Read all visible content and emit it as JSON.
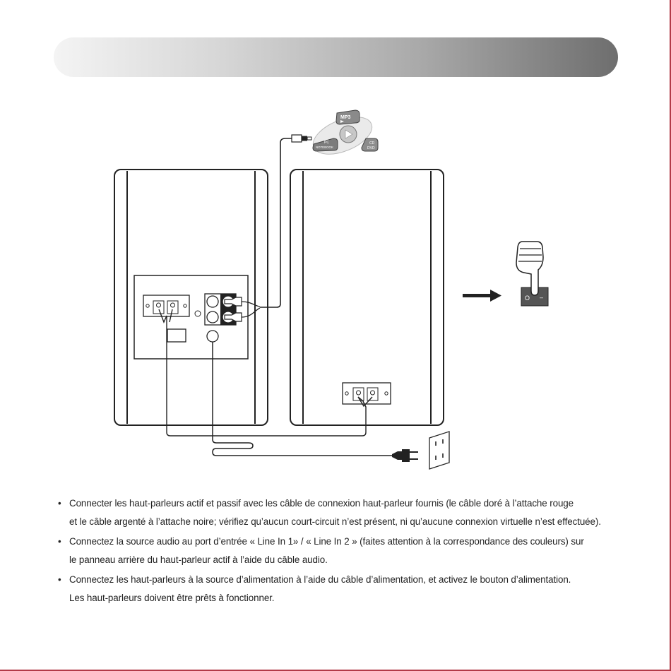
{
  "header": {
    "title": ""
  },
  "diagram": {
    "source_labels": [
      "MP3",
      "PC",
      "NOTEBOOK",
      "CD",
      "DVD"
    ],
    "switch_labels": [
      "O",
      "–"
    ]
  },
  "instructions": [
    {
      "bullet": "•",
      "lines": [
        "Connecter les haut-parleurs actif et passif avec les câble de connexion haut-parleur fournis (le câble doré à l’attache rouge",
        "et le câble argenté à l’attache noire; vérifiez qu’aucun court-circuit n’est présent, ni qu’aucune connexion virtuelle n’est effectuée)."
      ]
    },
    {
      "bullet": "•",
      "lines": [
        "Connectez la source audio au port d’entrée « Line In 1» / « Line In 2 » (faites attention à la correspondance des couleurs) sur",
        "le panneau arrière du haut-parleur actif à l’aide du câble audio."
      ]
    },
    {
      "bullet": "•",
      "lines": [
        "Connectez les haut-parleurs à la source d’alimentation à l’aide du câble d’alimentation, et activez le bouton d’alimentation.",
        "Les haut-parleurs doivent être prêts à fonctionner."
      ]
    }
  ]
}
